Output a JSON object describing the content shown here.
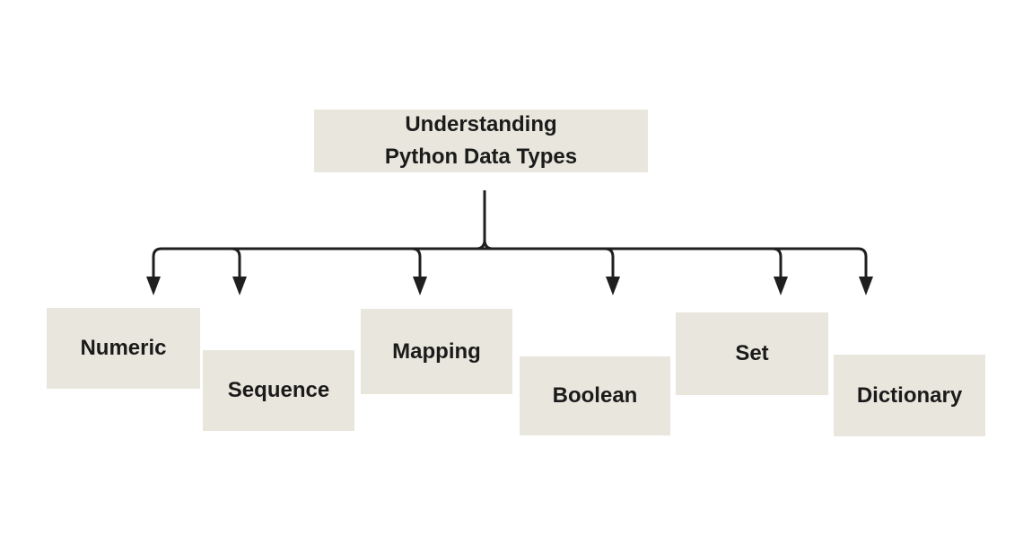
{
  "diagram": {
    "title": {
      "line1": "Understanding",
      "line2": "Python Data Types"
    },
    "nodes": [
      {
        "label": "Numeric"
      },
      {
        "label": "Sequence"
      },
      {
        "label": "Mapping"
      },
      {
        "label": "Boolean"
      },
      {
        "label": "Set"
      },
      {
        "label": "Dictionary"
      }
    ],
    "colors": {
      "background": "#ffffff",
      "box_fill": "#e9e7dd",
      "text": "#1b1b1b",
      "line": "#1f1f1f"
    }
  }
}
